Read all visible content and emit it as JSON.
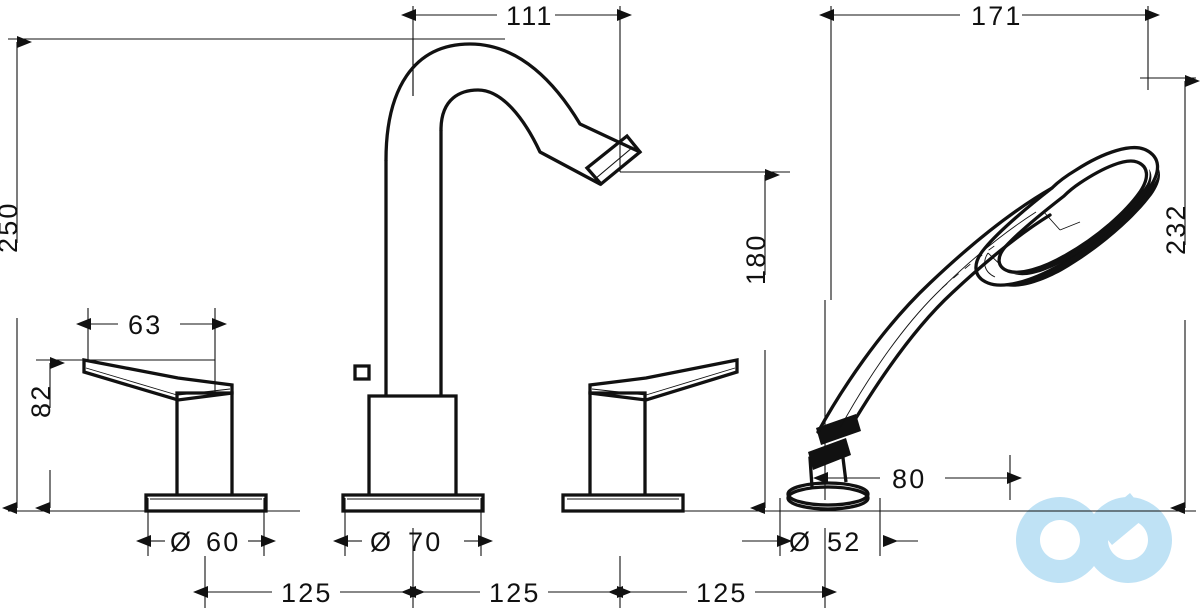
{
  "document": {
    "kind": "technical-dimension-drawing",
    "subject": "4-hole bath tub rim mixer with handshower",
    "units": "mm",
    "line_color": "#111111",
    "background_color": "#ffffff",
    "watermark_color": "#bfe2f5"
  },
  "dimensions": {
    "spout_reach": {
      "label": "111",
      "orientation": "horizontal",
      "position": "top-center"
    },
    "handshower_reach": {
      "label": "171",
      "orientation": "horizontal",
      "position": "top-right"
    },
    "total_height": {
      "label": "250",
      "orientation": "vertical",
      "position": "left"
    },
    "handle_height": {
      "label": "82",
      "orientation": "vertical",
      "position": "left-inner"
    },
    "handle_lever_length": {
      "label": "63",
      "orientation": "horizontal",
      "position": "left-upper"
    },
    "spout_outlet_height": {
      "label": "180",
      "orientation": "vertical",
      "position": "center-right"
    },
    "handshower_height": {
      "label": "232",
      "orientation": "vertical",
      "position": "far-right"
    },
    "handshower_holder_offset": {
      "label": "80",
      "orientation": "horizontal",
      "position": "bottom-right"
    },
    "handle_base_diameter": {
      "label": "60",
      "prefix": "Ø",
      "orientation": "horizontal",
      "position": "bottom-left"
    },
    "spout_base_diameter": {
      "label": "70",
      "prefix": "Ø",
      "orientation": "horizontal",
      "position": "bottom-center"
    },
    "holder_base_diameter": {
      "label": "52",
      "prefix": "Ø",
      "orientation": "horizontal",
      "position": "bottom-right"
    },
    "spacing_1": {
      "label": "125",
      "orientation": "horizontal",
      "position": "bottom-chain-1"
    },
    "spacing_2": {
      "label": "125",
      "orientation": "horizontal",
      "position": "bottom-chain-2"
    },
    "spacing_3": {
      "label": "125",
      "orientation": "horizontal",
      "position": "bottom-chain-3"
    }
  },
  "parts": [
    {
      "name": "left-handle",
      "type": "lever-handle"
    },
    {
      "name": "center-spout",
      "type": "swan-neck-spout"
    },
    {
      "name": "right-handle",
      "type": "lever-handle"
    },
    {
      "name": "handshower",
      "type": "hand-shower-with-holder"
    }
  ],
  "watermark": {
    "name": "infinity-logo",
    "shape": "infinity"
  }
}
